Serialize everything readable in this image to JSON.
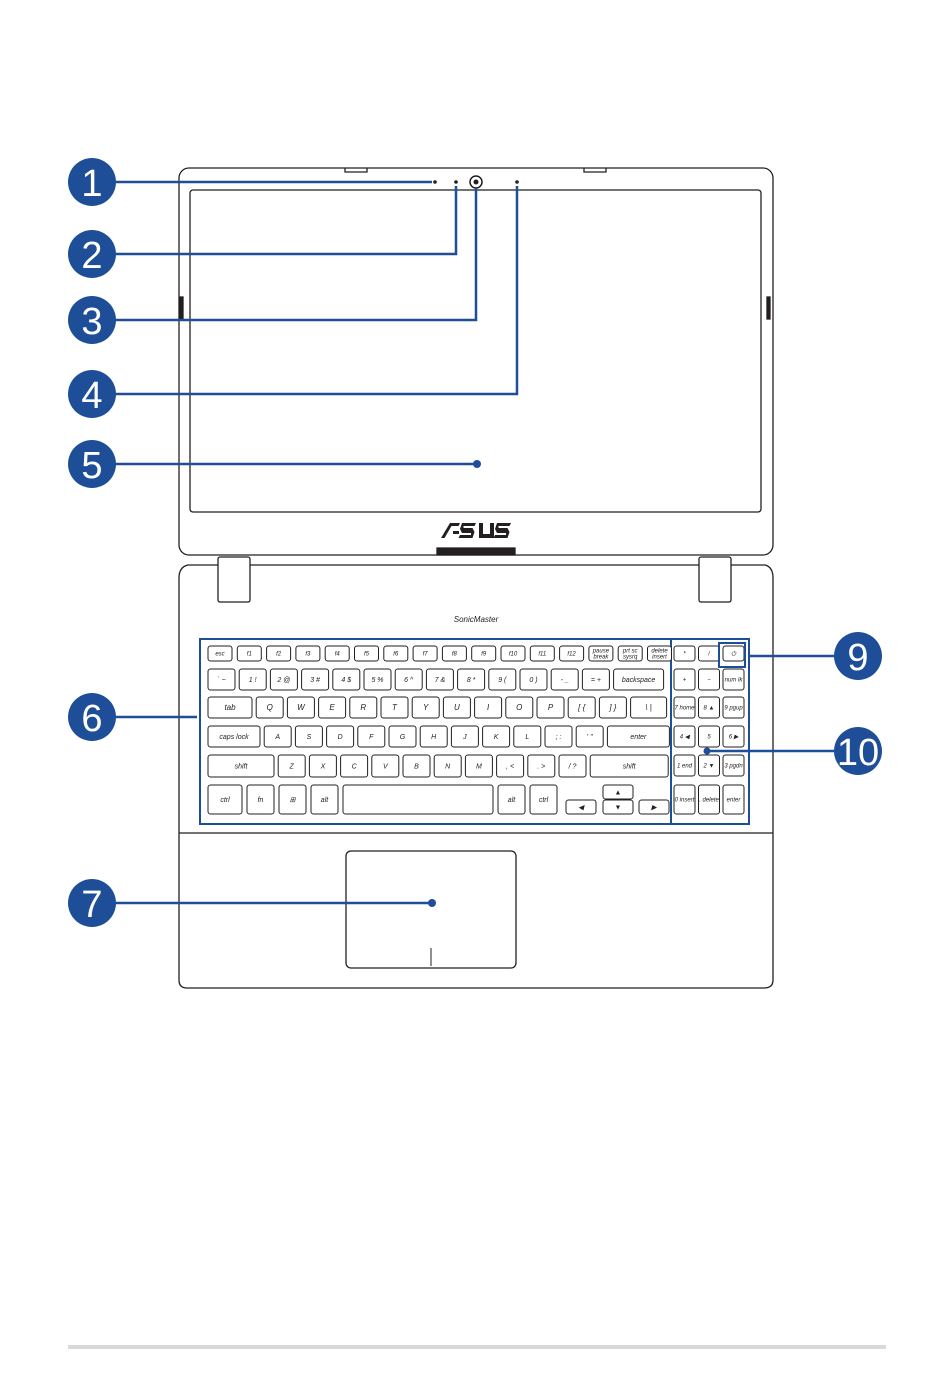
{
  "colors": {
    "accent": "#1f4e99",
    "outline": "#231f20",
    "callout_fill": "#1f4e99"
  },
  "callouts": [
    "1",
    "2",
    "3",
    "4",
    "5",
    "6",
    "7",
    "9",
    "10"
  ],
  "brand": {
    "logo": "/ISUS",
    "audio": "SonicMaster"
  },
  "keyboard": {
    "fn_row": [
      "esc",
      "f1",
      "f2",
      "f3",
      "f4",
      "f5",
      "f6",
      "f7",
      "f8",
      "f9",
      "f10",
      "f11",
      "f12",
      "pause\nbreak",
      "prt sc\nsysrq",
      "delete\ninsert"
    ],
    "num_row": [
      "` ~",
      "1 !",
      "2 @",
      "3 #",
      "4 $",
      "5 %",
      "6 ^",
      "7 &",
      "8 *",
      "9 (",
      "0 )",
      "- _",
      "= +",
      "backspace"
    ],
    "top_row": [
      "tab",
      "Q",
      "W",
      "E",
      "R",
      "T",
      "Y",
      "U",
      "I",
      "O",
      "P",
      "[ {",
      "] }",
      "\\ |"
    ],
    "home_row": [
      "caps lock",
      "A",
      "S",
      "D",
      "F",
      "G",
      "H",
      "J",
      "K",
      "L",
      "; :",
      "' \"",
      "enter"
    ],
    "bottom_row": [
      "shift",
      "Z",
      "X",
      "C",
      "V",
      "B",
      "N",
      "M",
      ", <",
      ". >",
      "/ ?",
      "shift"
    ],
    "space_row": [
      "ctrl",
      "fn",
      "⊞",
      "alt",
      "",
      "alt",
      "ctrl"
    ],
    "numpad": {
      "row1": [
        "*",
        "/",
        "⏻"
      ],
      "row2": [
        "+",
        "−",
        "num lk"
      ],
      "row3": [
        "7 home",
        "8 ▲",
        "9 pgup"
      ],
      "row4": [
        "4 ◀",
        "5",
        "6 ▶"
      ],
      "row5": [
        "1 end",
        "2 ▼",
        "3 pgdn"
      ],
      "row6": [
        "0 insert",
        ". delete",
        "enter"
      ]
    }
  }
}
